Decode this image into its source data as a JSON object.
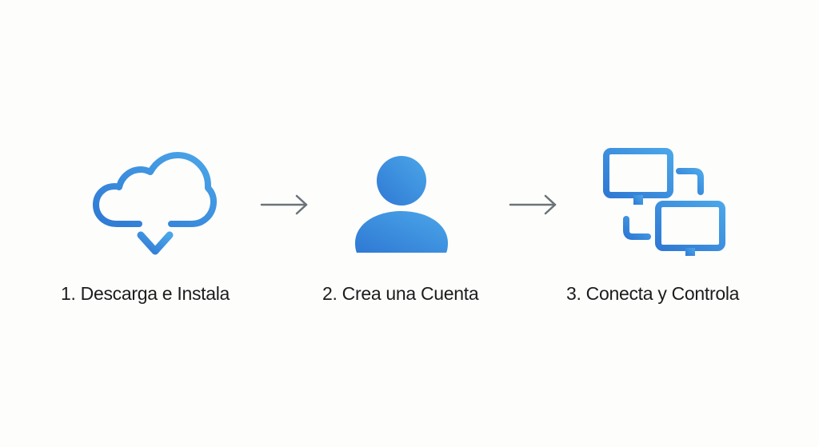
{
  "steps": [
    {
      "number": "1",
      "label": "1. Descarga e Instala",
      "icon": "cloud-download-icon"
    },
    {
      "number": "2",
      "label": "2. Crea una Cuenta",
      "icon": "user-add-icon"
    },
    {
      "number": "3",
      "label": "3. Conecta y Controla",
      "icon": "remote-desktop-icon"
    }
  ],
  "connectors": [
    {
      "icon": "arrow-right-icon"
    },
    {
      "icon": "arrow-right-icon"
    }
  ],
  "colors": {
    "background": "#fdfdfc",
    "icon_gradient_start": "#2f7bd6",
    "icon_gradient_end": "#4aa3e6",
    "arrow": "#6b7378",
    "text": "#1c1c1c"
  }
}
